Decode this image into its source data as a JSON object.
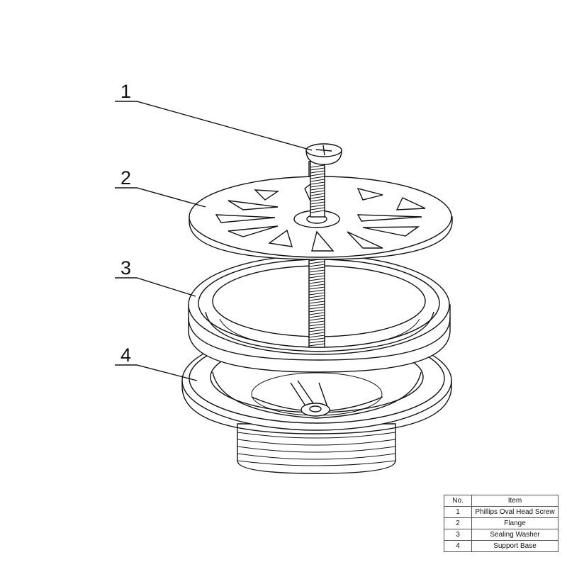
{
  "callouts": [
    "1",
    "2",
    "3",
    "4"
  ],
  "parts_table": {
    "headers": {
      "no": "No.",
      "item": "Item"
    },
    "rows": [
      {
        "no": "1",
        "item": "Phillips Oval Head Screw"
      },
      {
        "no": "2",
        "item": "Flange"
      },
      {
        "no": "3",
        "item": "Sealing Washer"
      },
      {
        "no": "4",
        "item": "Support Base"
      }
    ]
  }
}
